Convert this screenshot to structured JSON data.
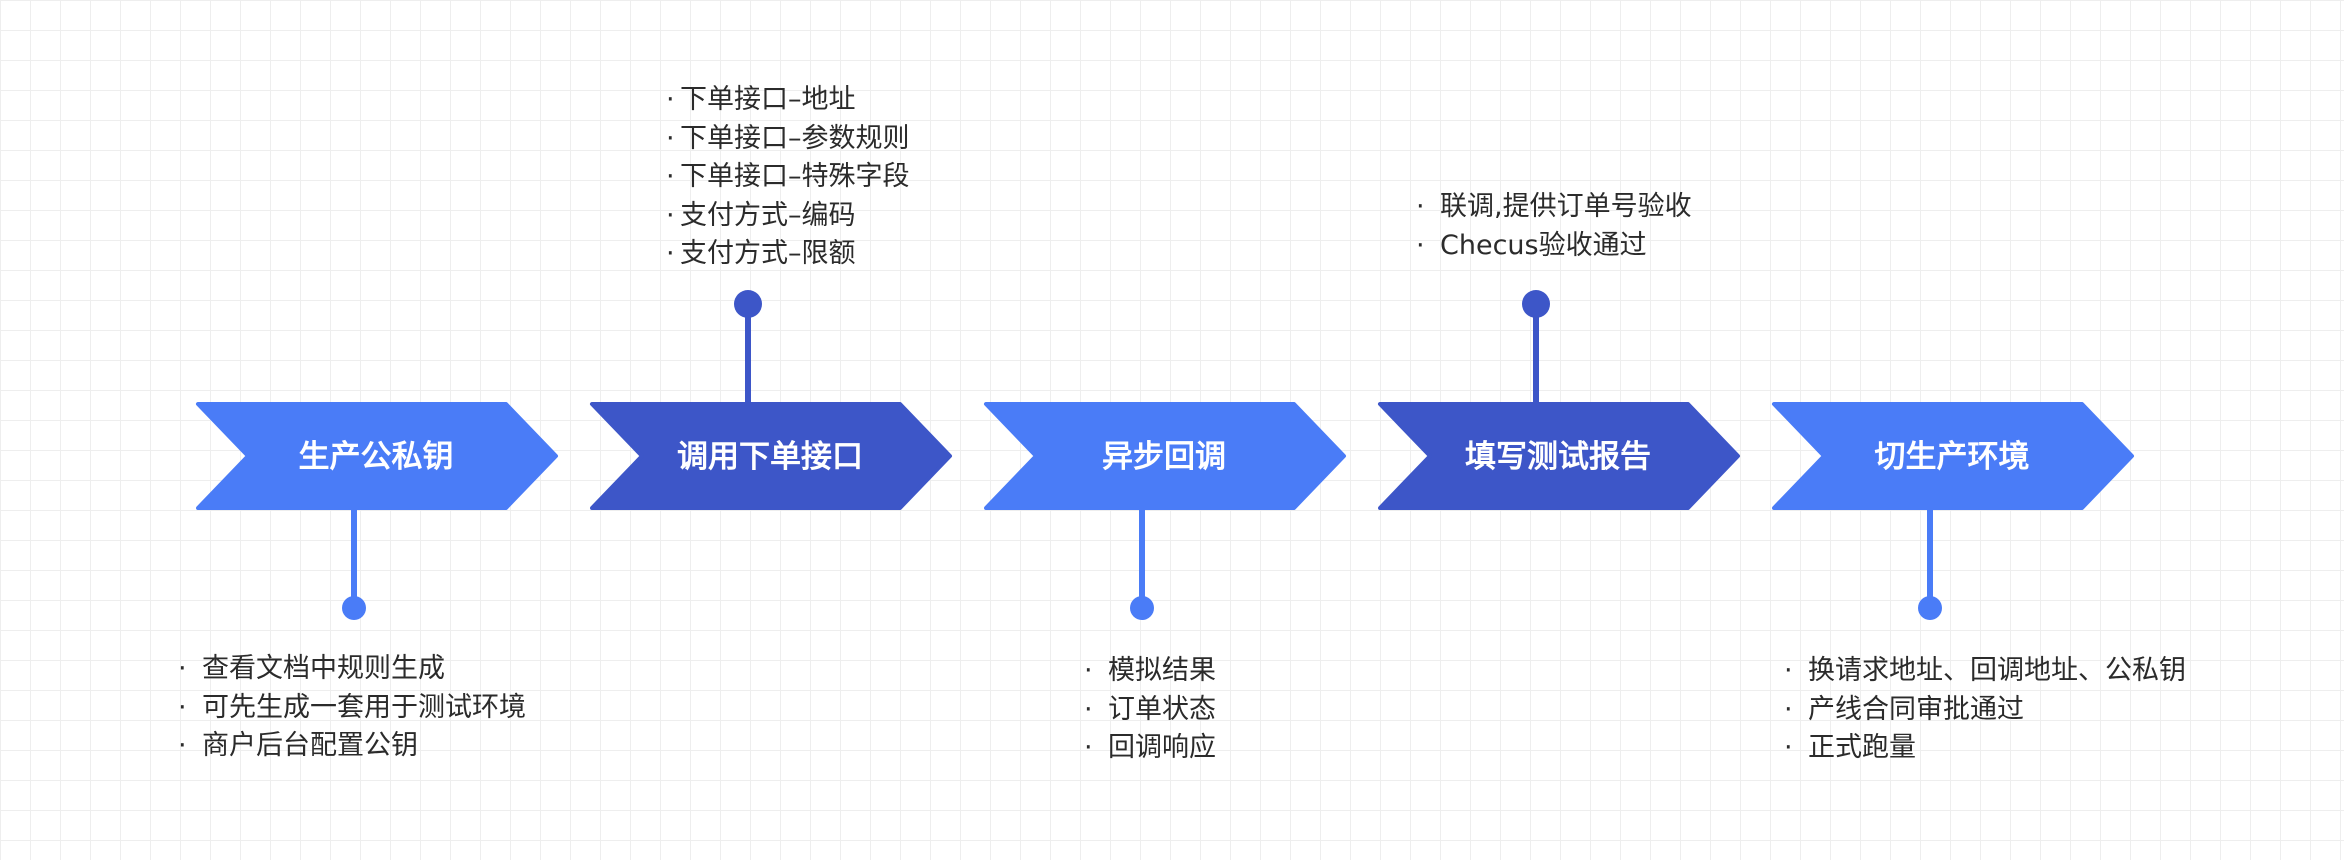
{
  "colors": {
    "light": "#4a7cf7",
    "dark": "#3d56c8"
  },
  "steps": [
    {
      "label": "生产公私钥",
      "color": "light",
      "connector": "down",
      "notes": [
        "查看文档中规则生成",
        "可先生成一套用于测试环境",
        "商户后台配置公钥"
      ]
    },
    {
      "label": "调用下单接口",
      "color": "dark",
      "connector": "up",
      "notes": [
        "下单接口–地址",
        "下单接口–参数规则",
        "下单接口–特殊字段",
        "支付方式–编码",
        "支付方式–限额"
      ]
    },
    {
      "label": "异步回调",
      "color": "light",
      "connector": "down",
      "notes": [
        "模拟结果",
        "订单状态",
        "回调响应"
      ]
    },
    {
      "label": "填写测试报告",
      "color": "dark",
      "connector": "up",
      "notes": [
        "联调,提供订单号验收",
        "Checus验收通过"
      ]
    },
    {
      "label": "切生产环境",
      "color": "light",
      "connector": "down",
      "notes": [
        "换请求地址、回调地址、公私钥",
        "产线合同审批通过",
        "正式跑量"
      ]
    }
  ]
}
